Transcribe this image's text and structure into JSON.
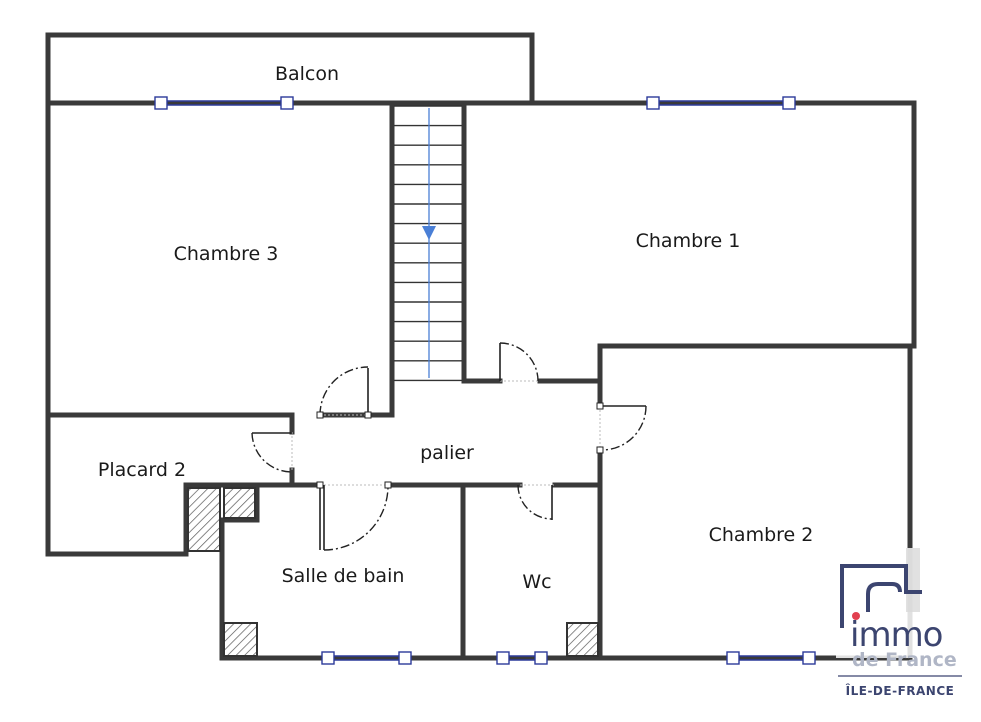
{
  "rooms": {
    "balcon": "Balcon",
    "chambre3": "Chambre 3",
    "chambre1": "Chambre 1",
    "chambre2": "Chambre 2",
    "placard2": "Placard 2",
    "palier": "palier",
    "salle_de_bain": "Salle de bain",
    "wc": "Wc"
  },
  "logo": {
    "main": "immo",
    "sub": "de France",
    "region": "ÎLE-DE-FRANCE",
    "accent_color": "#e2404f",
    "brand_color": "#3c4570"
  },
  "icons": {
    "stair_direction": "arrow-down-icon"
  },
  "colors": {
    "wall": "#3a3a3a",
    "window": "#2c3a9a",
    "stair_arrow": "#4a7fd6"
  }
}
